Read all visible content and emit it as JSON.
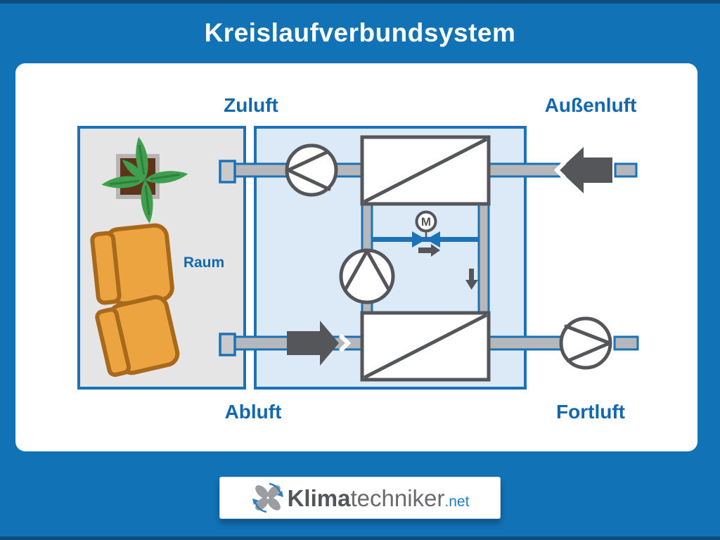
{
  "title": "Kreislaufverbundsystem",
  "labels": {
    "zuluft": "Zuluft",
    "aussenluft": "Außenluft",
    "abluft": "Abluft",
    "fortluft": "Fortluft",
    "raum": "Raum"
  },
  "valve": {
    "motor_label": "M"
  },
  "logo": {
    "bold": "Klima",
    "regular": "techniker",
    "suffix": ".net"
  },
  "colors": {
    "background_blue": "#1272b6",
    "edge_strip_blue": "#0c4c7e",
    "accent_border_blue": "#1b72b8",
    "label_text_blue": "#1268af",
    "component_dark_gray": "#55565a",
    "duct_gray": "#b5b7ba",
    "equipment_box_fill": "#dce9f6",
    "room_fill": "#e4e5e4",
    "chair_orange": "#eca440",
    "chair_border_brown": "#a9691b",
    "plant_green": "#3f9f4d",
    "pot_brown": "#5f3318",
    "logo_net_blue": "#1f7ec0"
  }
}
